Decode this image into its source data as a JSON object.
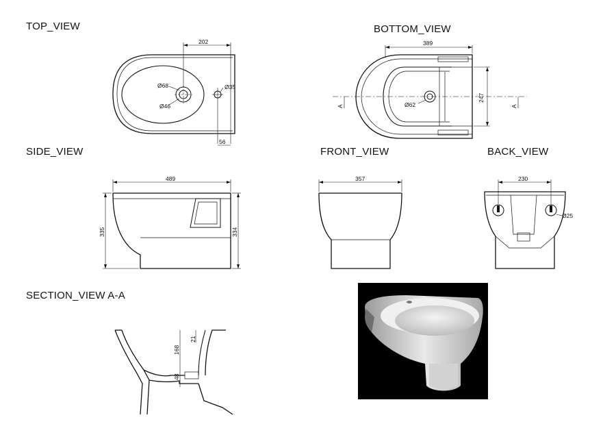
{
  "views": {
    "top": "TOP_VIEW",
    "bottom": "BOTTOM_VIEW",
    "side": "SIDE_VIEW",
    "front": "FRONT_VIEW",
    "back": "BACK_VIEW",
    "section": "SECTION_VIEW  A-A"
  },
  "dimensions": {
    "top_width": "202",
    "top_hole_outer": "Ø68",
    "top_hole_inner": "Ø46",
    "top_tap_hole": "Ø35",
    "top_offset": "56",
    "bottom_width": "389",
    "bottom_height": "247",
    "bottom_hole": "Ø62",
    "section_marker_left": "A",
    "section_marker_right": "A",
    "side_length": "489",
    "side_height_left": "335",
    "side_height_right": "334",
    "front_width": "357",
    "back_width": "230",
    "back_hole": "Ø25",
    "section_depth": "168",
    "section_small": "21",
    "section_outlet": "48"
  },
  "colors": {
    "line": "#111111",
    "photo_background": "#000000",
    "ceramic": "#e9e9e9"
  }
}
